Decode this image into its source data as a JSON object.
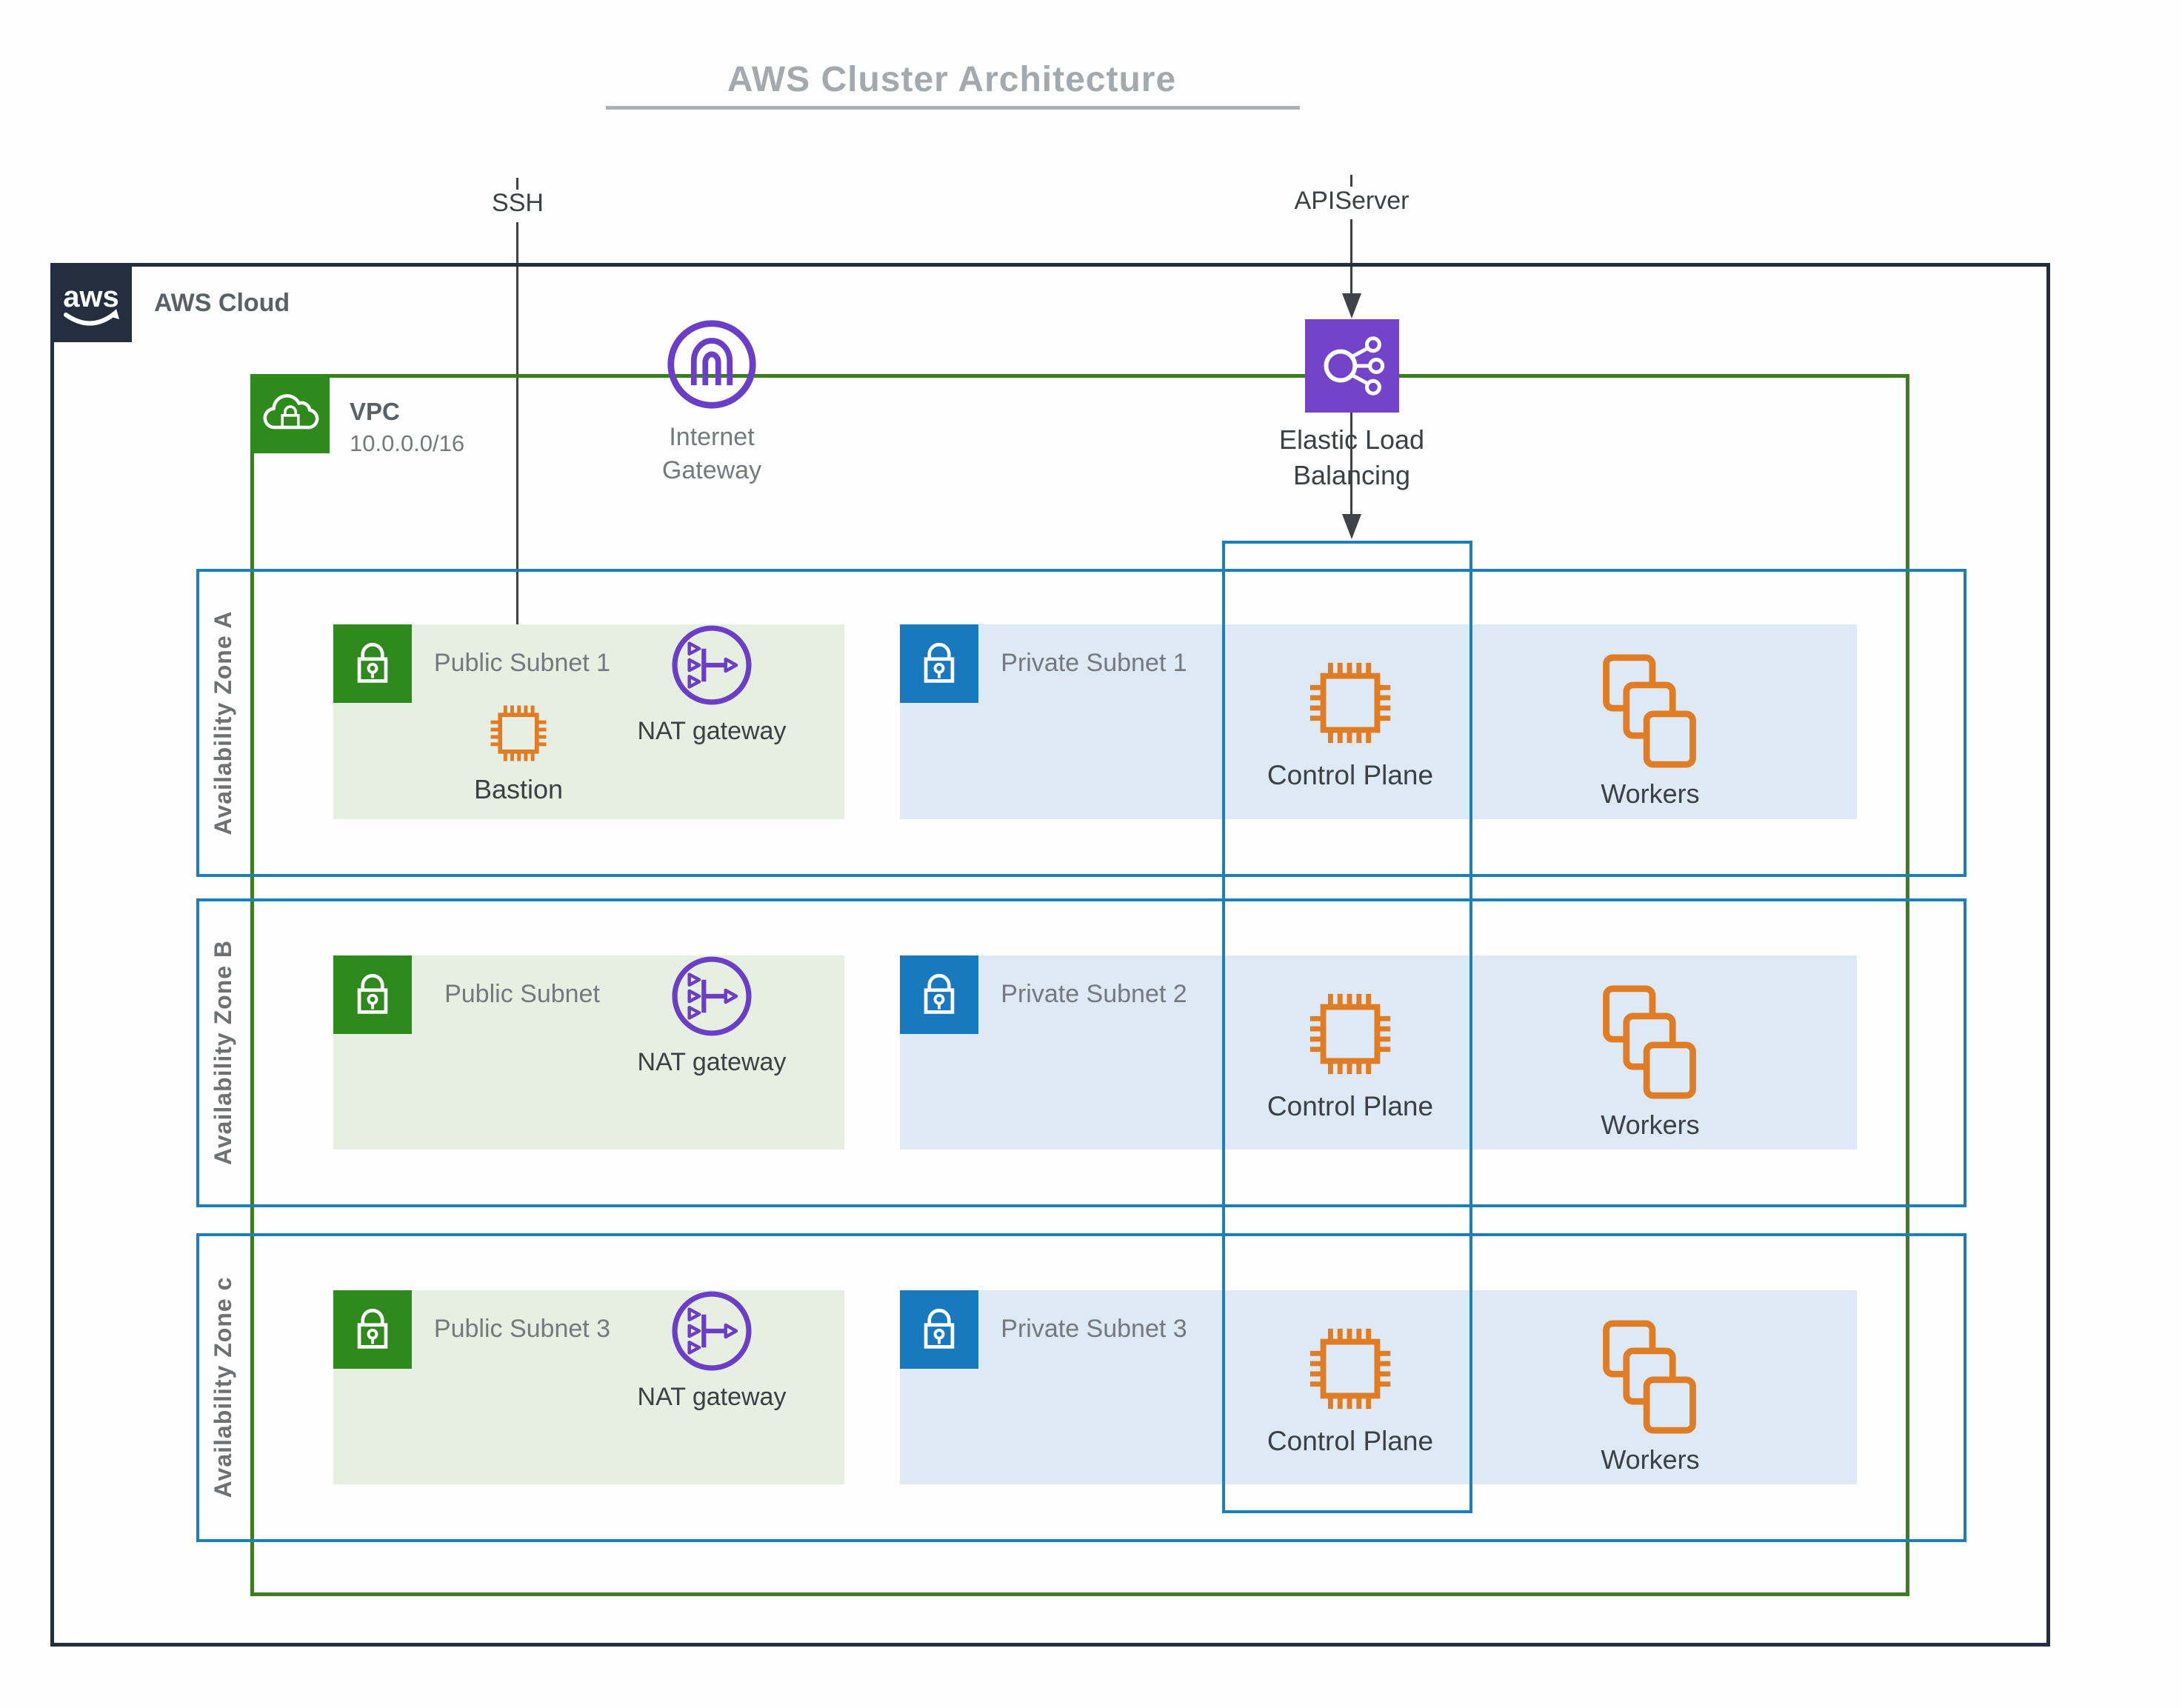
{
  "title": "AWS Cluster Architecture",
  "annotations": {
    "ssh": "SSH",
    "apiserver": "APIServer"
  },
  "aws_cloud": {
    "logo_text": "aws",
    "label": "AWS Cloud"
  },
  "vpc": {
    "label": "VPC",
    "cidr": "10.0.0.0/16"
  },
  "internet_gateway": {
    "label": "Internet Gateway"
  },
  "elastic_load_balancing": {
    "label": "Elastic Load Balancing"
  },
  "zones": [
    {
      "label": "Availability Zone A",
      "public_subnet": {
        "label": "Public Subnet 1"
      },
      "nat_gateway": {
        "label": "NAT gateway"
      },
      "bastion": {
        "label": "Bastion"
      },
      "private_subnet": {
        "label": "Private Subnet 1"
      },
      "control_plane": {
        "label": "Control Plane"
      },
      "workers": {
        "label": "Workers"
      }
    },
    {
      "label": "Availability Zone B",
      "public_subnet": {
        "label": "Public Subnet"
      },
      "nat_gateway": {
        "label": "NAT gateway"
      },
      "private_subnet": {
        "label": "Private Subnet 2"
      },
      "control_plane": {
        "label": "Control Plane"
      },
      "workers": {
        "label": "Workers"
      }
    },
    {
      "label": "Availability Zone c",
      "public_subnet": {
        "label": "Public Subnet 3"
      },
      "nat_gateway": {
        "label": "NAT gateway"
      },
      "private_subnet": {
        "label": "Private Subnet 3"
      },
      "control_plane": {
        "label": "Control Plane"
      },
      "workers": {
        "label": "Workers"
      }
    }
  ],
  "colors": {
    "navy": "#232F3E",
    "green_border": "#3B7E21",
    "green_icon": "#2F8A1E",
    "green_fill": "#E7EFE2",
    "blue_border": "#1C7FB8",
    "blue_icon": "#1979BE",
    "blue_fill": "#DDE9F4",
    "purple": "#6B3EC8",
    "purple_fill": "#7344C9",
    "orange": "#E07C23",
    "arrow": "#3F4347",
    "title_gray": "#A4A9AE",
    "label_gray": "#75797E",
    "label_dark": "#3B4045",
    "heading_gray": "#5A6065"
  }
}
